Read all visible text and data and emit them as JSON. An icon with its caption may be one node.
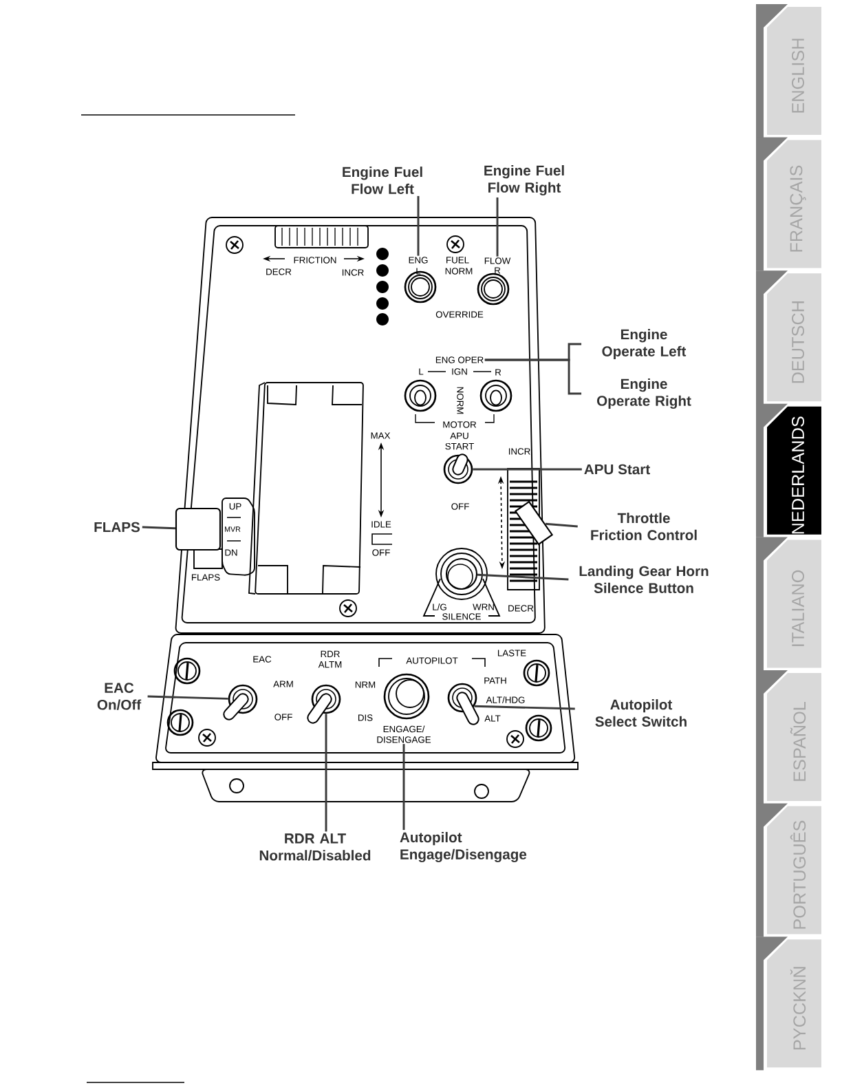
{
  "diagram": {
    "nodes": [
      {
        "text": [
          "Engine Fuel Flow Left"
        ]
      },
      {
        "text": [
          "Engine Fuel Flow Right"
        ]
      },
      {
        "text": [
          "ENG"
        ]
      },
      {
        "text": [
          "FLOW"
        ]
      },
      {
        "text": [
          "Engine Operate Left"
        ]
      },
      {
        "text": [
          "Engine Operate Right"
        ]
      },
      {
        "text": [
          "ENG OPER"
        ]
      },
      {
        "text": [
          "APU Start"
        ]
      },
      {
        "text": [],
        "shape": "switch",
        "beside": [
          "APU START"
        ]
      },
      {
        "text": [
          "Throttle Friction Control"
        ]
      },
      {
        "text": [],
        "shape": "lever"
      },
      {
        "text": [
          "Landing Gear Horn Silence Button"
        ]
      },
      {
        "text": [],
        "shape": "circle"
      },
      {
        "text": [
          "FLAPS"
        ]
      },
      {
        "text": [],
        "shape": "box",
        "beside": [
          "FLAPS"
        ]
      },
      {
        "text": [
          "EAC On/Off"
        ]
      },
      {
        "text": [],
        "shape": "switch"
      },
      {
        "text": [
          "Autopilot Select Switch"
        ]
      },
      {
        "text": [],
        "shape": "switch"
      },
      {
        "text": [
          "RDR ALT Normal/Disabled"
        ]
      },
      {
        "text": [],
        "shape": "switch",
        "beside": [
          "RDR ALTM"
        ]
      },
      {
        "text": [
          "Autopilot Engage/Disengage"
        ]
      },
      {
        "text": [
          "ENGAGE/ DISENGAGE"
        ]
      }
    ],
    "edges": [
      {
        "from": 0,
        "to": 2,
        "arrow": "none"
      },
      {
        "from": 1,
        "to": 3,
        "arrow": "none"
      },
      {
        "from": 4,
        "to": 6,
        "arrow": "none"
      },
      {
        "from": 5,
        "to": 6,
        "arrow": "none"
      },
      {
        "from": 7,
        "to": 8,
        "arrow": "none"
      },
      {
        "from": 9,
        "to": 10,
        "arrow": "none"
      },
      {
        "from": 11,
        "to": 12,
        "arrow": "none"
      },
      {
        "from": 13,
        "to": 14,
        "arrow": "none"
      },
      {
        "from": 15,
        "to": 16,
        "arrow": "none"
      },
      {
        "from": 17,
        "to": 18,
        "arrow": "none"
      },
      {
        "from": 19,
        "to": 20,
        "arrow": "none"
      },
      {
        "from": 21,
        "to": 22,
        "arrow": "none"
      }
    ],
    "labels": [
      "FRICTION",
      "FUEL",
      "DECR",
      "INCR",
      "L",
      "NORM",
      "R",
      "OVERRIDE",
      "L",
      "IGN",
      "R",
      "NORM",
      "MOTOR",
      "MAX",
      "INCR",
      "OFF",
      "IDLE",
      "OFF",
      "UP",
      "MVR",
      "DN",
      "L/G",
      "WRN",
      "DECR",
      "SILENCE",
      "EAC",
      "AUTOPILOT",
      "LASTE",
      "ARM",
      "NRM",
      "PATH",
      "ALT/HDG",
      "OFF",
      "DIS",
      "ALT",
      "ENGLISH",
      "FRANÇAIS",
      "DEUTSCH",
      "NEDERLANDS",
      "ITALIANO",
      "ESPAÑOL",
      "PORTUGUÊS",
      "PYCCKNŇ"
    ]
  }
}
